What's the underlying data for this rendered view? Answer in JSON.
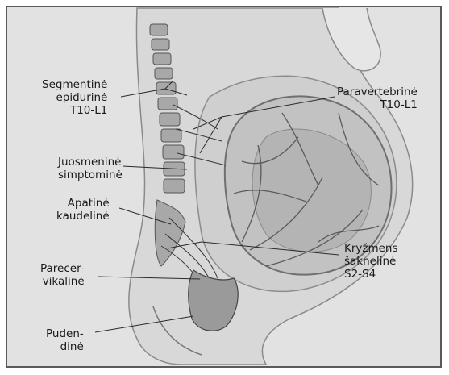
{
  "labels": {
    "segmentine": [
      "Segmentinė",
      "epidurinė",
      "T10-L1"
    ],
    "paravertebrine": [
      "Paravertebrinė",
      "T10-L1"
    ],
    "juosmenine": [
      "Juosmeninė",
      "simptominė"
    ],
    "apatine": [
      "Apatinė",
      "kaudelinė"
    ],
    "kryzmens": [
      "Kryžmens",
      "šaknelinė",
      "S2-S4"
    ],
    "parecervikaline": [
      "Parecer-",
      "vikalinė"
    ],
    "pudendine": [
      "Puden-",
      "dinė"
    ]
  }
}
